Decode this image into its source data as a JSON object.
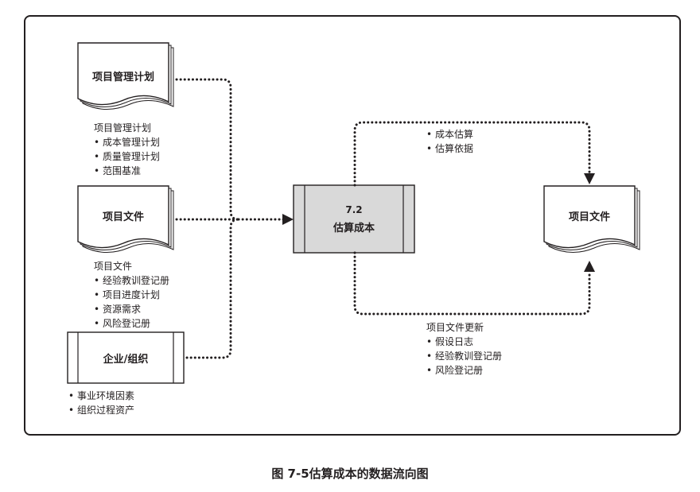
{
  "inputs": [
    {
      "doc_title": "项目管理计划",
      "list_title": "项目管理计划",
      "items": [
        "成本管理计划",
        "质量管理计划",
        "范围基准"
      ]
    },
    {
      "doc_title": "项目文件",
      "list_title": "项目文件",
      "items": [
        "经验教训登记册",
        "项目进度计划",
        "资源需求",
        "风险登记册"
      ]
    },
    {
      "doc_title": "企业/组织",
      "list_title": "",
      "items": [
        "事业环境因素",
        "组织过程资产"
      ]
    }
  ],
  "process": {
    "number": "7.2",
    "name": "估算成本"
  },
  "outputs": {
    "top_items": [
      "成本估算",
      "估算依据"
    ],
    "doc_title": "项目文件"
  },
  "updates": {
    "title": "项目文件更新",
    "items": [
      "假设日志",
      "经验教训登记册",
      "风险登记册"
    ]
  },
  "caption": "图 7-5估算成本的数据流向图"
}
